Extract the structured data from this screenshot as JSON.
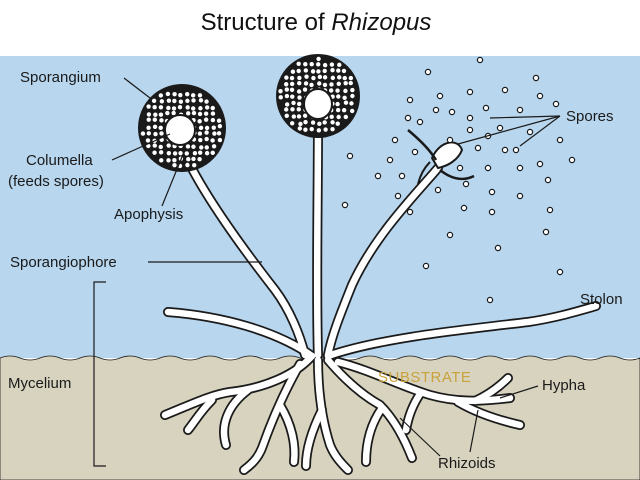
{
  "title": {
    "prefix": "Structure of ",
    "italic": "Rhizopus"
  },
  "colors": {
    "sky": "#b8d6ee",
    "substrate": "#d8d3bf",
    "outline": "#1a1a1a",
    "substrate_text": "#c9a23c"
  },
  "labels": {
    "sporangium": "Sporangium",
    "columella_1": "Columella",
    "columella_2": "(feeds spores)",
    "apophysis": "Apophysis",
    "sporangiophore": "Sporangiophore",
    "spores": "Spores",
    "stolon": "Stolon",
    "mycelium": "Mycelium",
    "substrate": "SUBSTRATE",
    "hypha": "Hypha",
    "rhizoids": "Rhizoids"
  }
}
